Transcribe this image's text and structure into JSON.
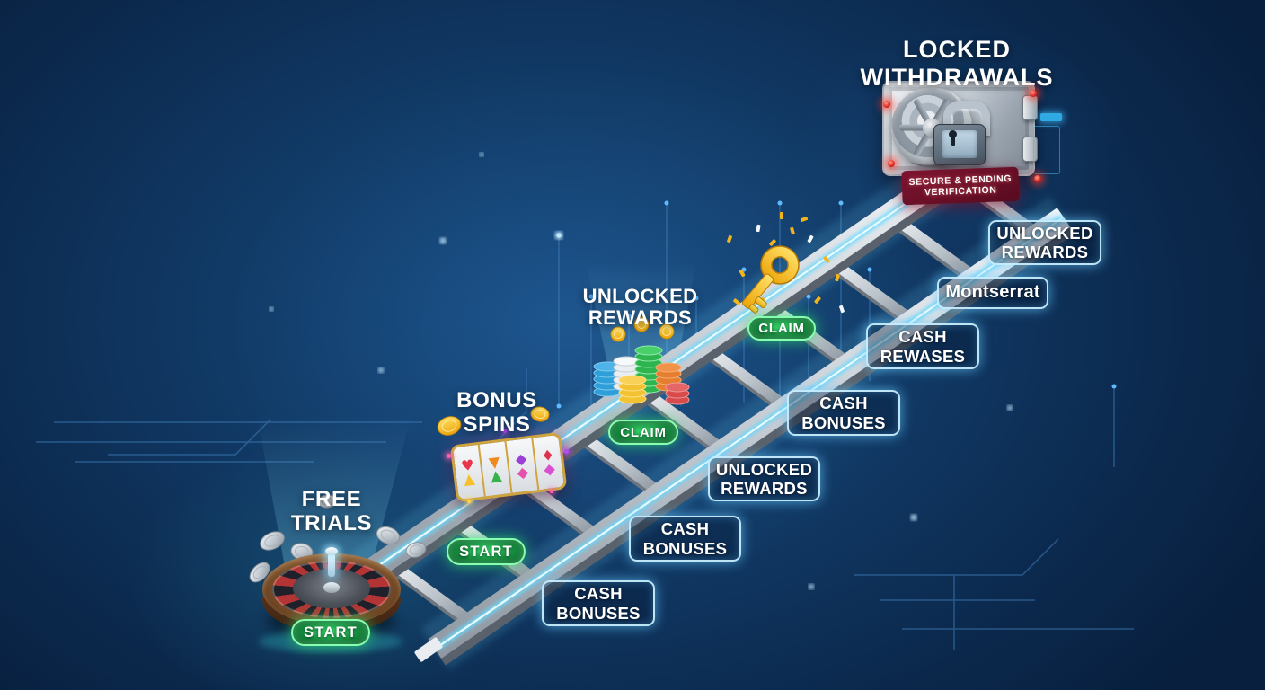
{
  "scene": {
    "colors": {
      "background_navy": "#0d2c52",
      "accent_cyan": "#7fdfff",
      "button_green": "#23b553",
      "banner_red": "#6e1024",
      "gold": "#f3b71d",
      "silver": "#cdd4dc"
    },
    "heading": {
      "line1": "LOCKED",
      "line2": "WITHDRAWALS"
    },
    "vault_banner": {
      "line1": "SECURE & PENDING",
      "line2": "VERIFICATION"
    },
    "milestones": {
      "free_trials": {
        "line1": "FREE",
        "line2": "TRIALS"
      },
      "bonus_spins": {
        "line1": "BONUS",
        "line2": "SPINS"
      },
      "unlocked_rewards": {
        "line1": "UNLOCKED",
        "line2": "REWARDS"
      }
    },
    "buttons": {
      "start": "START",
      "claim": "CLAIM"
    },
    "reward_boxes": [
      {
        "line1": "CASH",
        "line2": "BONUSES"
      },
      {
        "line1": "CASH",
        "line2": "BONUSES"
      },
      {
        "line1": "UNLOCKED",
        "line2": "REWARDS"
      },
      {
        "line1": "CASH",
        "line2": "BONUSES"
      },
      {
        "line1": "CASH",
        "line2": "REWASES"
      },
      {
        "line1": "Montserrat"
      },
      {
        "line1": "UNLOCKED",
        "line2": "REWARDS"
      }
    ],
    "slot_symbols": [
      "♥",
      "▲",
      "▼",
      "▲",
      "◆",
      "◆",
      "♦",
      "◆"
    ],
    "icons": {
      "vault": "vault-lock-icon",
      "key": "golden-key-icon",
      "chips": "casino-chips-icon",
      "slot": "slot-reels-icon",
      "roulette": "roulette-wheel-icon",
      "coins": "coin-icon",
      "alerts": "alert-icon"
    }
  }
}
